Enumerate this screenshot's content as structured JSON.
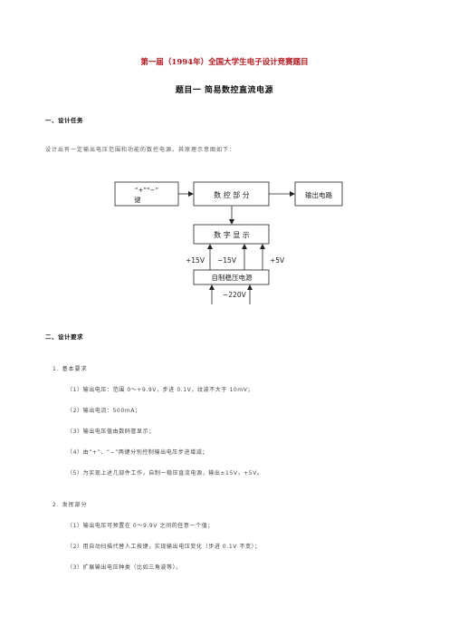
{
  "header": {
    "main_title": "第一届（1994年）全国大学生电子设计竞赛题目",
    "sub_title": "题目一  简易数控直流电源"
  },
  "section1": {
    "title": "一、设计任务",
    "desc": "设计出有一定输出电压范围和功能的数控电源。其原理示意图如下："
  },
  "diagram": {
    "keypad_line1": "“+”“−”",
    "keypad_line2": "键",
    "control": "数 控 部 分",
    "output": "输出电路",
    "display": "数 字 显 示",
    "v_pos15": "+15V",
    "v_neg15": "−15V",
    "v_pos5": "+5V",
    "power": "自制稳压电源",
    "ac": "~220V"
  },
  "section2": {
    "title": "二、设计要求",
    "basic": {
      "title": "1. 基本要求",
      "items": [
        "（1）输出电压：范围 0～+9.9V，步进 0.1V，纹波不大于 10mV；",
        "（2）输出电流：500mA；",
        "（3）输出电压值由数码管显示；",
        "（4）由“+”、“−”两键分别控制输出电压步进增减；",
        "（5）为实现上述几部件工作，自制一稳压直流电源，输出±15V，+5V。"
      ]
    },
    "extended": {
      "title": "2. 发挥部分",
      "items": [
        "（1）输出电压可预置在 0～9.9V 之间的任意一个值；",
        "（2）用自动扫描代替人工按键，实现输出电压变化（步进 0.1V 不变）；",
        "（3）扩展输出电压种类（比如三角波等）。"
      ]
    }
  }
}
